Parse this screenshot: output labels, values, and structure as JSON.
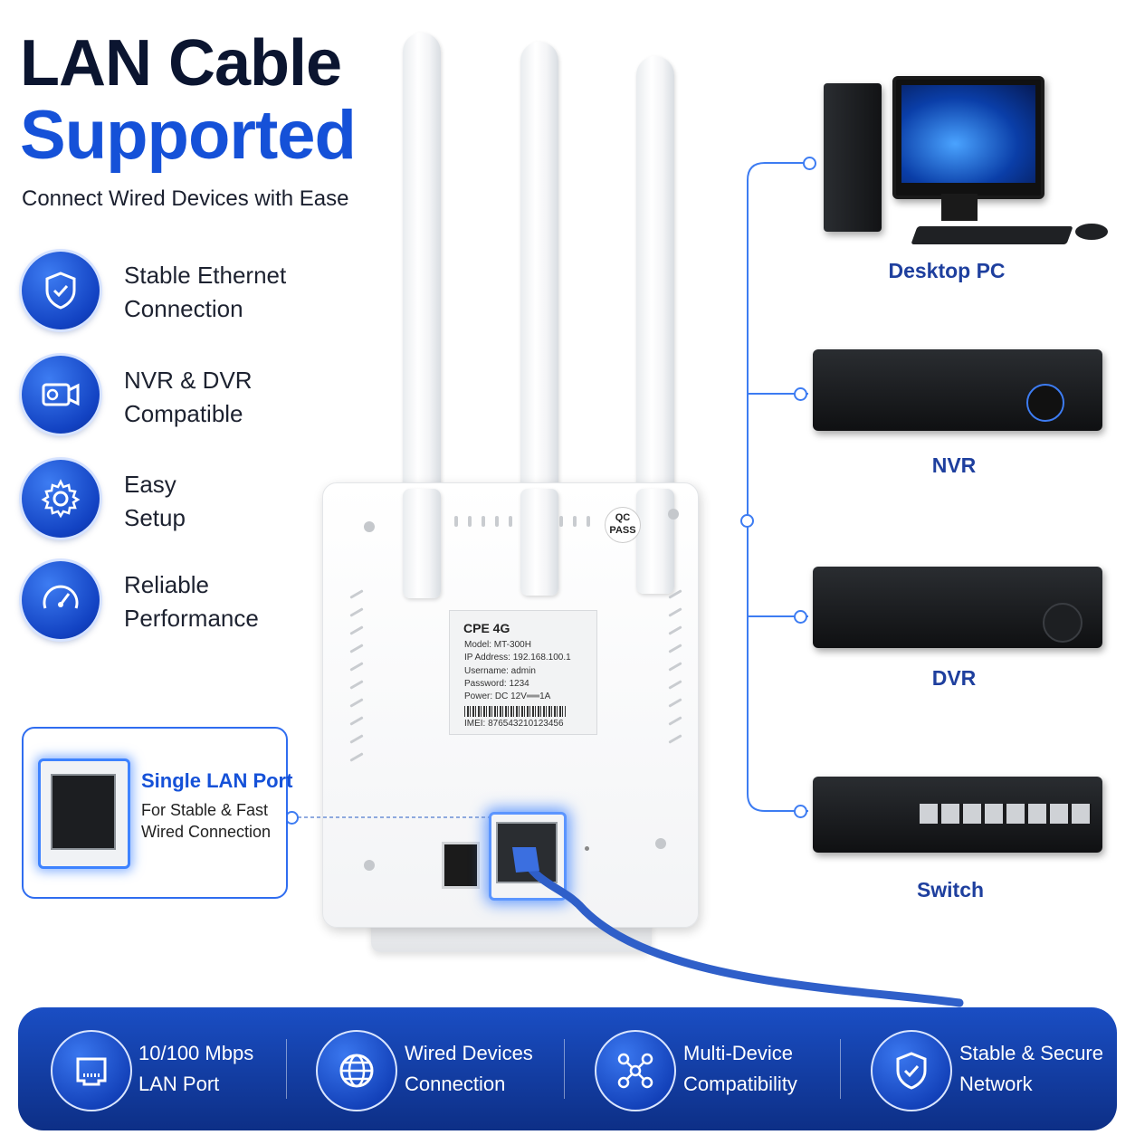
{
  "header": {
    "title_line1": "LAN Cable",
    "title_line2": "Supported",
    "subtitle": "Connect Wired Devices with Ease"
  },
  "features": [
    {
      "icon": "shield-check-icon",
      "line1": "Stable Ethernet",
      "line2": "Connection"
    },
    {
      "icon": "camera-recorder-icon",
      "line1": "NVR & DVR",
      "line2": "Compatible"
    },
    {
      "icon": "gear-icon",
      "line1": "Easy",
      "line2": "Setup"
    },
    {
      "icon": "speedometer-icon",
      "line1": "Reliable",
      "line2": "Performance"
    }
  ],
  "router": {
    "label_title": "CPE 4G",
    "label_lines": [
      "Model: MT-300H",
      "IP Address: 192.168.100.1",
      "Username: admin",
      "Password: 1234",
      "Power: DC 12V══1A",
      "IMEI: 876543210123456"
    ],
    "qc_badge": "QC PASS"
  },
  "lan_callout": {
    "title": "Single LAN Port",
    "desc_line1": "For Stable & Fast",
    "desc_line2": "Wired Connection"
  },
  "devices": [
    {
      "name": "Desktop PC"
    },
    {
      "name": "NVR"
    },
    {
      "name": "DVR"
    },
    {
      "name": "Switch"
    }
  ],
  "bottom_bar": [
    {
      "icon": "ethernet-port-icon",
      "line1": "10/100 Mbps",
      "line2": "LAN Port"
    },
    {
      "icon": "globe-icon",
      "line1": "Wired Devices",
      "line2": "Connection"
    },
    {
      "icon": "network-nodes-icon",
      "line1": "Multi-Device",
      "line2": "Compatibility"
    },
    {
      "icon": "shield-check-icon",
      "line1": "Stable & Secure",
      "line2": "Network"
    }
  ],
  "colors": {
    "accent_blue": "#1551d8",
    "dark_text": "#0b1530",
    "bar_blue": "#0d2f86"
  }
}
